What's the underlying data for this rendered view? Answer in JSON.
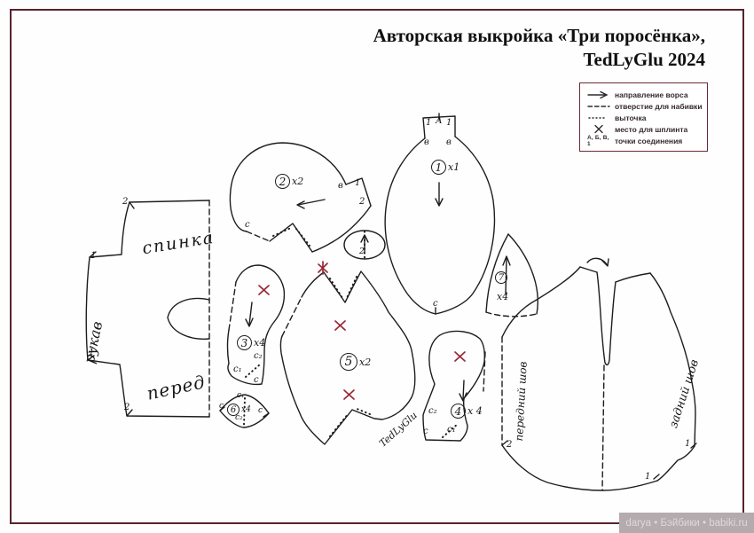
{
  "header": {
    "title_line1": "Авторская выкройка «Три поросёнка»,",
    "title_line2": "TedLyGlu 2024"
  },
  "legend": {
    "item1": "направление ворса",
    "item2": "отверстие для набивки",
    "item3": "выточка",
    "item4": "место для шплинта",
    "item5_prefix": "А, Б, В, 1",
    "item5": "точки соединения"
  },
  "marks": {
    "n1": "1",
    "n2": "2",
    "c": "с",
    "c1": "с₁",
    "c2": "с₂",
    "v": "в",
    "a": "А"
  },
  "pieces": {
    "jacket": {
      "back": "спинка",
      "sleeve": "рукав",
      "front": "перед"
    },
    "head": {
      "num": "2",
      "count": "x2"
    },
    "body": {
      "num": "1",
      "count": "x1"
    },
    "ear": {
      "num": "7",
      "count": "x4"
    },
    "arm": {
      "num": "3",
      "count": "x4"
    },
    "pad": {
      "num": "6",
      "count": "x4"
    },
    "side": {
      "num": "5",
      "count": "x2",
      "signature": "TedLyGlu"
    },
    "leg": {
      "num": "4",
      "count": "x 4"
    },
    "romper": {
      "front_seam": "передний шов",
      "back_seam": "задний шов"
    }
  },
  "watermark": "darya • Бэйбики • babiki.ru",
  "colors": {
    "frame": "#56232d",
    "accent_red": "#972836",
    "ink": "#1d1d20"
  }
}
